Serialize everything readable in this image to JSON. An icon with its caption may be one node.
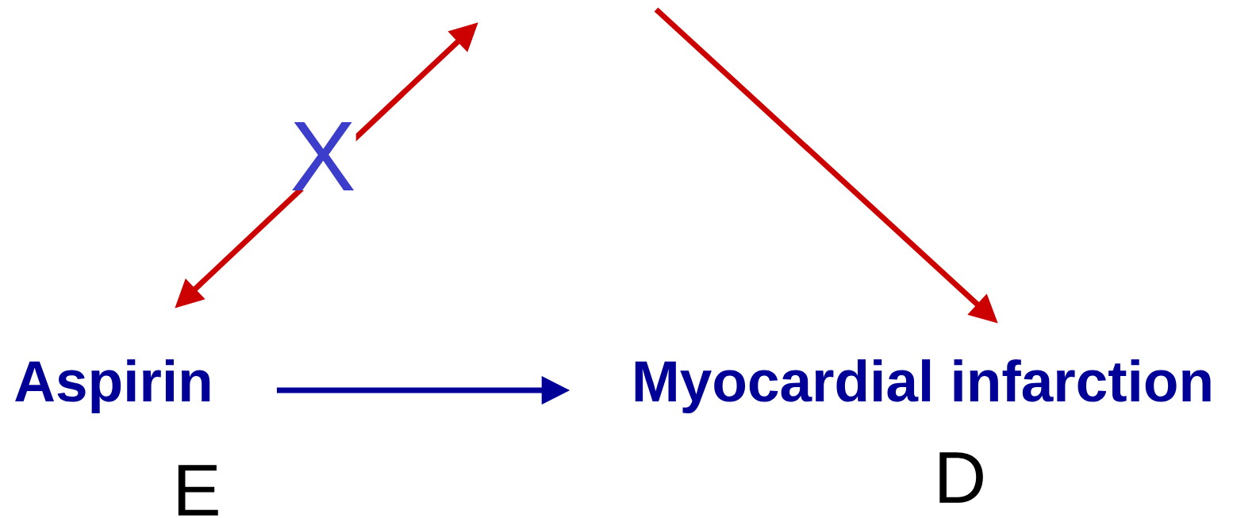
{
  "diagram": {
    "nodes": [
      {
        "text": [
          "Aspirin"
        ],
        "beside": [
          "E"
        ]
      },
      {
        "text": [
          "Myocardial infarction"
        ],
        "beside": [
          "D"
        ]
      }
    ],
    "edges": [
      {
        "from": 0,
        "to": null,
        "arrow": "both",
        "label": "X"
      },
      {
        "from": null,
        "to": 1,
        "arrow": "to"
      },
      {
        "from": 0,
        "to": 1,
        "arrow": "to",
        "color": "#000099"
      }
    ]
  }
}
